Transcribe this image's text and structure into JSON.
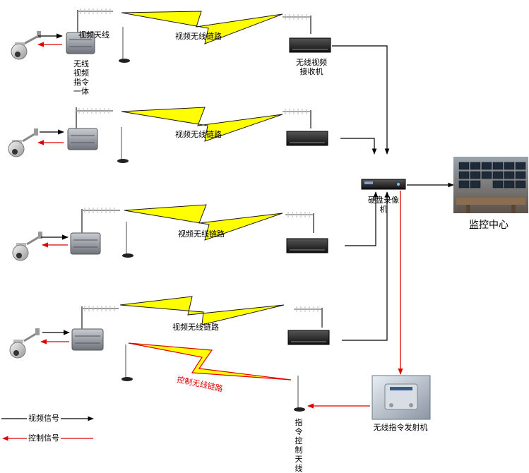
{
  "labels": {
    "video_antenna": "视频天线",
    "tx_unit": "无线视频指令一体",
    "video_link": "视频无线链路",
    "receiver": "无线视频接收机",
    "dvr": "硬盘录像机",
    "monitor_center": "监控中心",
    "control_link": "控制无线链路",
    "command_tx": "无线指令发射机",
    "control_antenna": "指令控制天线",
    "legend_video": "视频信号",
    "legend_control": "控制信号"
  },
  "colors": {
    "video_signal": "#000000",
    "control_signal": "#e00000",
    "bolt_fill": "#ffff00",
    "bolt_stroke": "#1a1a1a"
  }
}
